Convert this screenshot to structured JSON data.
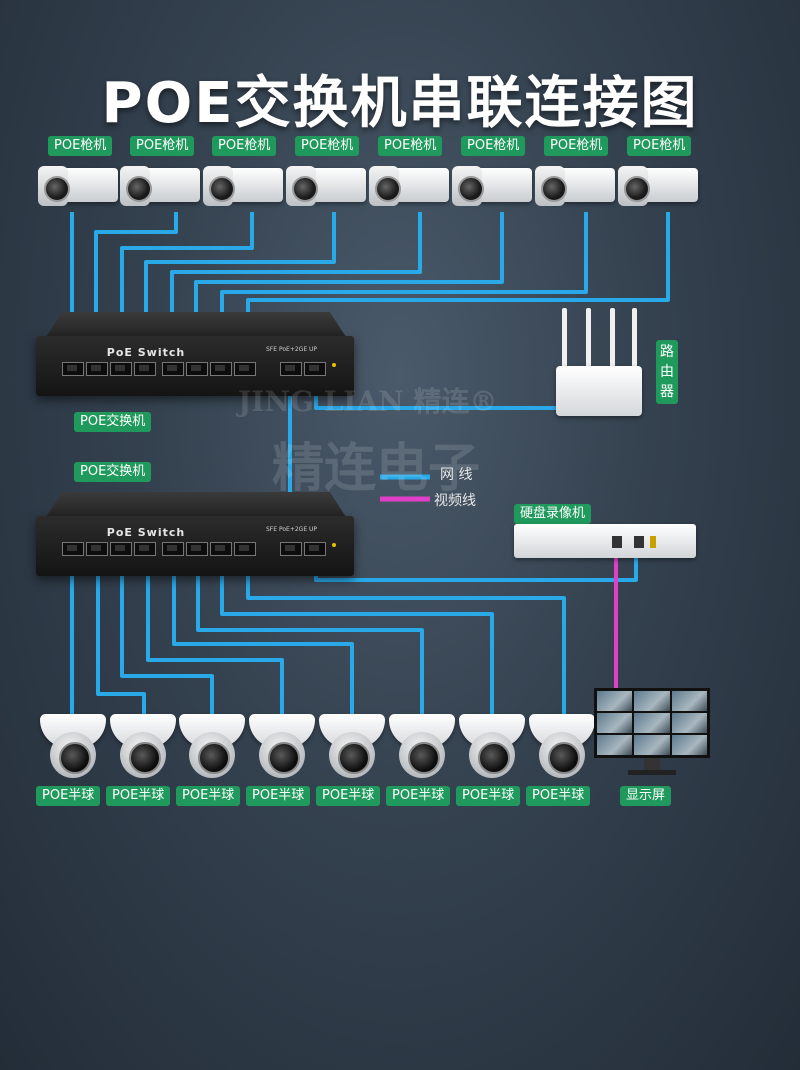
{
  "title": "POE交换机串联连接图",
  "gun_cameras": [
    "POE枪机",
    "POE枪机",
    "POE枪机",
    "POE枪机",
    "POE枪机",
    "POE枪机",
    "POE枪机",
    "POE枪机"
  ],
  "dome_cameras": [
    "POE半球",
    "POE半球",
    "POE半球",
    "POE半球",
    "POE半球",
    "POE半球",
    "POE半球",
    "POE半球"
  ],
  "switch_top": {
    "tag": "POE交换机",
    "name": "PoE Switch",
    "sub": "SFE PoE+2GE UP"
  },
  "switch_bottom": {
    "tag": "POE交换机",
    "name": "PoE Switch",
    "sub": "SFE PoE+2GE UP"
  },
  "router": {
    "label": "路由器"
  },
  "nvr": {
    "label": "硬盘录像机"
  },
  "monitor": {
    "label": "显示屏"
  },
  "legend": [
    {
      "label": "网 线",
      "color": "#29a9e8"
    },
    {
      "label": "视频线",
      "color": "#e040c8"
    }
  ],
  "watermark": {
    "line1": "JING LIAN 精连®",
    "line2": "精连电子"
  },
  "colors": {
    "network": "#29a9e8",
    "video": "#e040c8",
    "tag_bg": "#1f9a5c"
  }
}
